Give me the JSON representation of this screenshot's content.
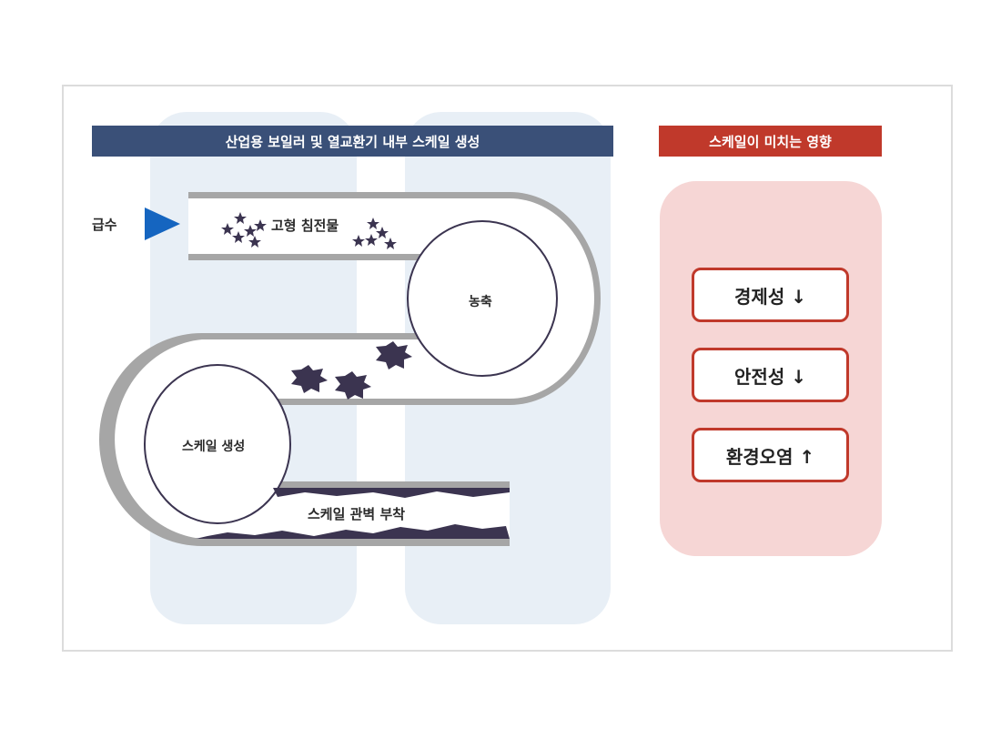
{
  "banners": {
    "left_title": "산업용 보일러 및 열교환기 내부 스케일 생성",
    "right_title": "스케일이 미치는 영향"
  },
  "pipe": {
    "inlet_label": "급수",
    "solid_precipitate_label": "고형 침전물",
    "concentration_label": "농축",
    "scale_formation_label": "스케일 생성",
    "scale_adhesion_label": "스케일 관벽 부착"
  },
  "effects": [
    {
      "label": "경제성 ↓"
    },
    {
      "label": "안전성 ↓"
    },
    {
      "label": "환경오염 ↑"
    }
  ],
  "colors": {
    "navy": "#3a5078",
    "red": "#c0392b",
    "pipe_gray": "#a6a6a6",
    "deposit": "#3b3450",
    "arrow_blue": "#1565c0",
    "panel_blue": "#e8eff6",
    "panel_pink": "#f6d6d5"
  }
}
